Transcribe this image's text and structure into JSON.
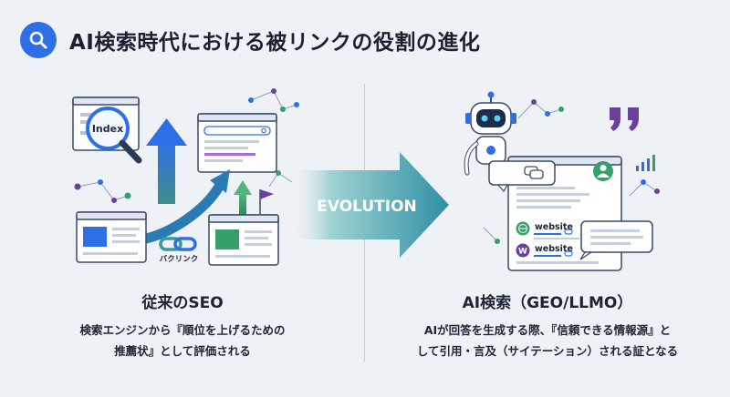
{
  "header": {
    "title": "AI検索時代における被リンクの役割の進化",
    "icon": "search-icon"
  },
  "left": {
    "heading": "従来のSEO",
    "desc_line1": "検索エンジンから『順位を上げるための",
    "desc_line2": "推薦状』として評価される",
    "index_label": "Index",
    "backlink_label": "バクリンク"
  },
  "center": {
    "evolution_label": "EVOLUTION"
  },
  "right": {
    "heading": "AI検索（GEO/LLMO）",
    "desc_line1": "AIが回答を生成する際、『信頼できる情報源』と",
    "desc_line2": "して引用・言及（サイテーション）される証となる",
    "website_label_1": "website",
    "website_label_2": "website",
    "website_badge_2": "W"
  },
  "colors": {
    "accent": "#2f6fe6",
    "teal": "#3a9b95",
    "purple": "#6b3fa0",
    "green": "#35a06a",
    "background": "#eef1f6"
  }
}
